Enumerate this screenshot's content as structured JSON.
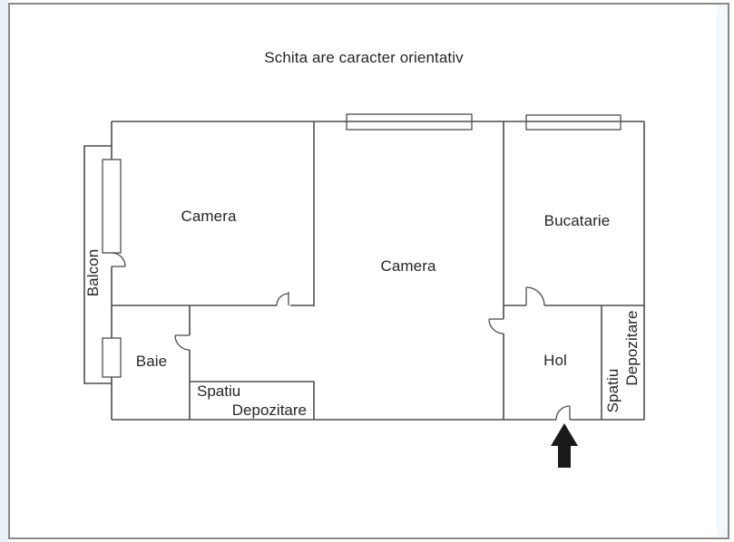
{
  "title": "Schita are caracter orientativ",
  "rooms": {
    "camera_left": "Camera",
    "camera_middle": "Camera",
    "bucatarie": "Bucatarie",
    "baie": "Baie",
    "hol": "Hol",
    "balcon": "Balcon"
  },
  "storage_bottom": {
    "line1": "Spatiu",
    "line2": "Depozitare"
  },
  "storage_right": {
    "word1": "Spatiu",
    "word2": "Depozitare"
  },
  "entrance": {
    "icon": "up-arrow"
  },
  "colors": {
    "wall": "#4d4d4d",
    "text": "#262626",
    "frame": "#8a8a87",
    "arrow": "#1a1a1a",
    "left_tint": "#e9f1f8"
  }
}
